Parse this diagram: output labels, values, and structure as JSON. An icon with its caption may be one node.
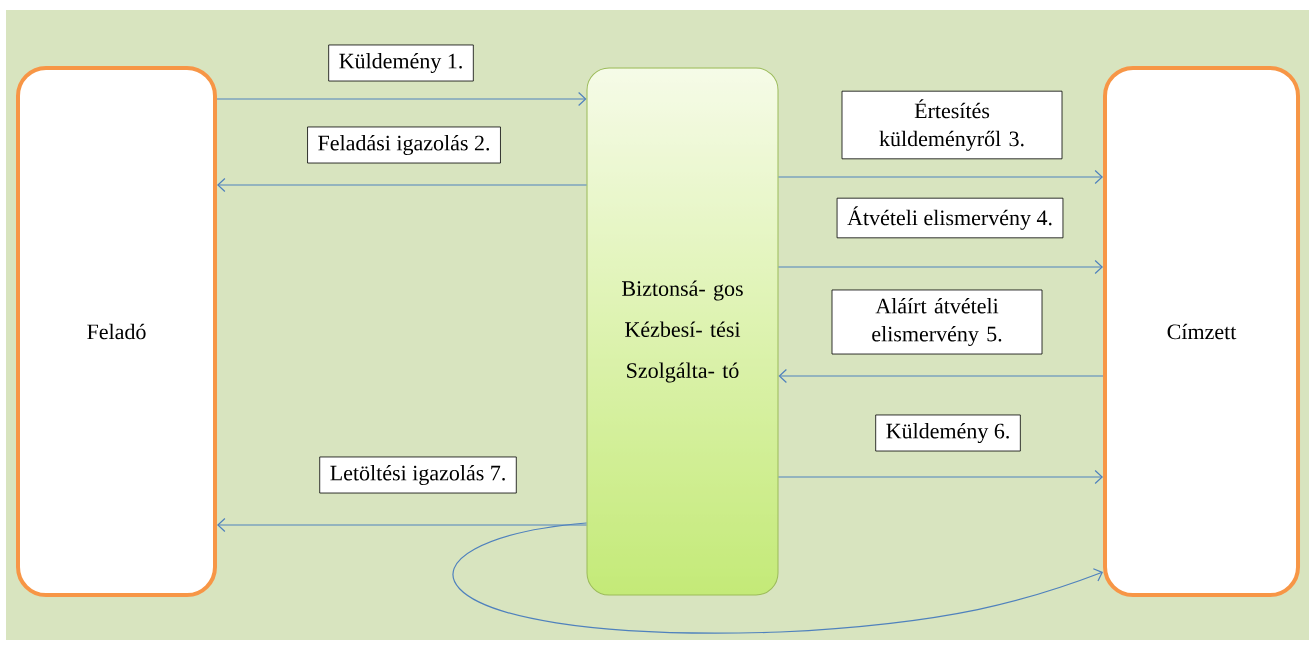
{
  "diagram": {
    "nodes": [
      {
        "text": [
          "Feladó"
        ]
      },
      {
        "text": [
          "Biztonsá- gos Kézbesí- tési Szolgálta- tó"
        ]
      },
      {
        "text": [
          "Címzett"
        ]
      }
    ],
    "edges": [
      {
        "from": 0,
        "to": 1,
        "arrow": "to",
        "label": "Küldemény 1."
      },
      {
        "from": 1,
        "to": 0,
        "arrow": "to",
        "label": "Feladási igazolás 2."
      },
      {
        "from": 1,
        "to": 2,
        "arrow": "to",
        "label": "Értesítés küldeményről 3."
      },
      {
        "from": 1,
        "to": 2,
        "arrow": "to",
        "label": "Átvételi elismervény 4."
      },
      {
        "from": 2,
        "to": 1,
        "arrow": "to",
        "label": "Aláírt átvételi elismervény 5."
      },
      {
        "from": 1,
        "to": 2,
        "arrow": "to",
        "label": "Küldemény 6."
      },
      {
        "from": 1,
        "to": 0,
        "arrow": "to",
        "label": "Letöltési igazolás 7."
      },
      {
        "from": 1,
        "to": 2,
        "arrow": "to"
      }
    ]
  }
}
